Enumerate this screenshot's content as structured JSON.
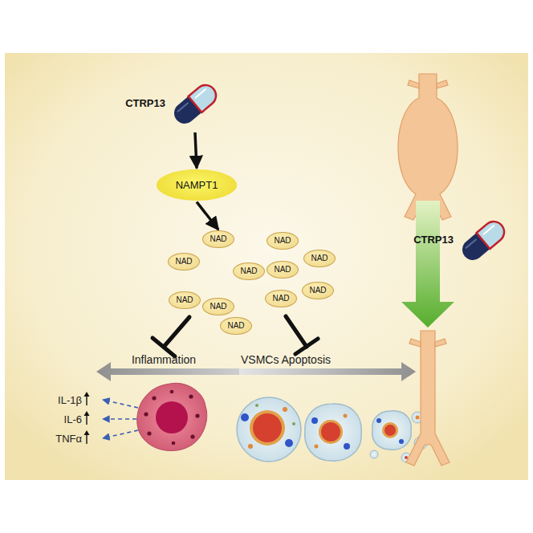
{
  "diagram": {
    "nodes": [
      {
        "text": [
          "CTRP13"
        ]
      },
      {
        "text": [
          "NAMPT1"
        ]
      },
      {
        "text": [
          "NAD"
        ]
      },
      {
        "text": [
          "NAD"
        ]
      },
      {
        "text": [
          "NAD"
        ]
      },
      {
        "text": [
          "NAD"
        ]
      },
      {
        "text": [
          "NAD"
        ]
      },
      {
        "text": [
          "NAD"
        ]
      },
      {
        "text": [
          "NAD"
        ]
      },
      {
        "text": [
          "NAD"
        ]
      },
      {
        "text": [
          "NAD"
        ]
      },
      {
        "text": [
          "NAD"
        ]
      },
      {
        "text": [
          "NAD"
        ]
      },
      {
        "text": [
          "CTRP13"
        ]
      }
    ],
    "edges": [
      {
        "from": 0,
        "to": 1,
        "arrow": "to"
      },
      {
        "from": 1,
        "to": 2,
        "arrow": "to"
      }
    ],
    "labels": [
      "Inflammation",
      "VSMCs Apoptosis",
      "IL-1β",
      "IL-6",
      "TNFα"
    ]
  }
}
